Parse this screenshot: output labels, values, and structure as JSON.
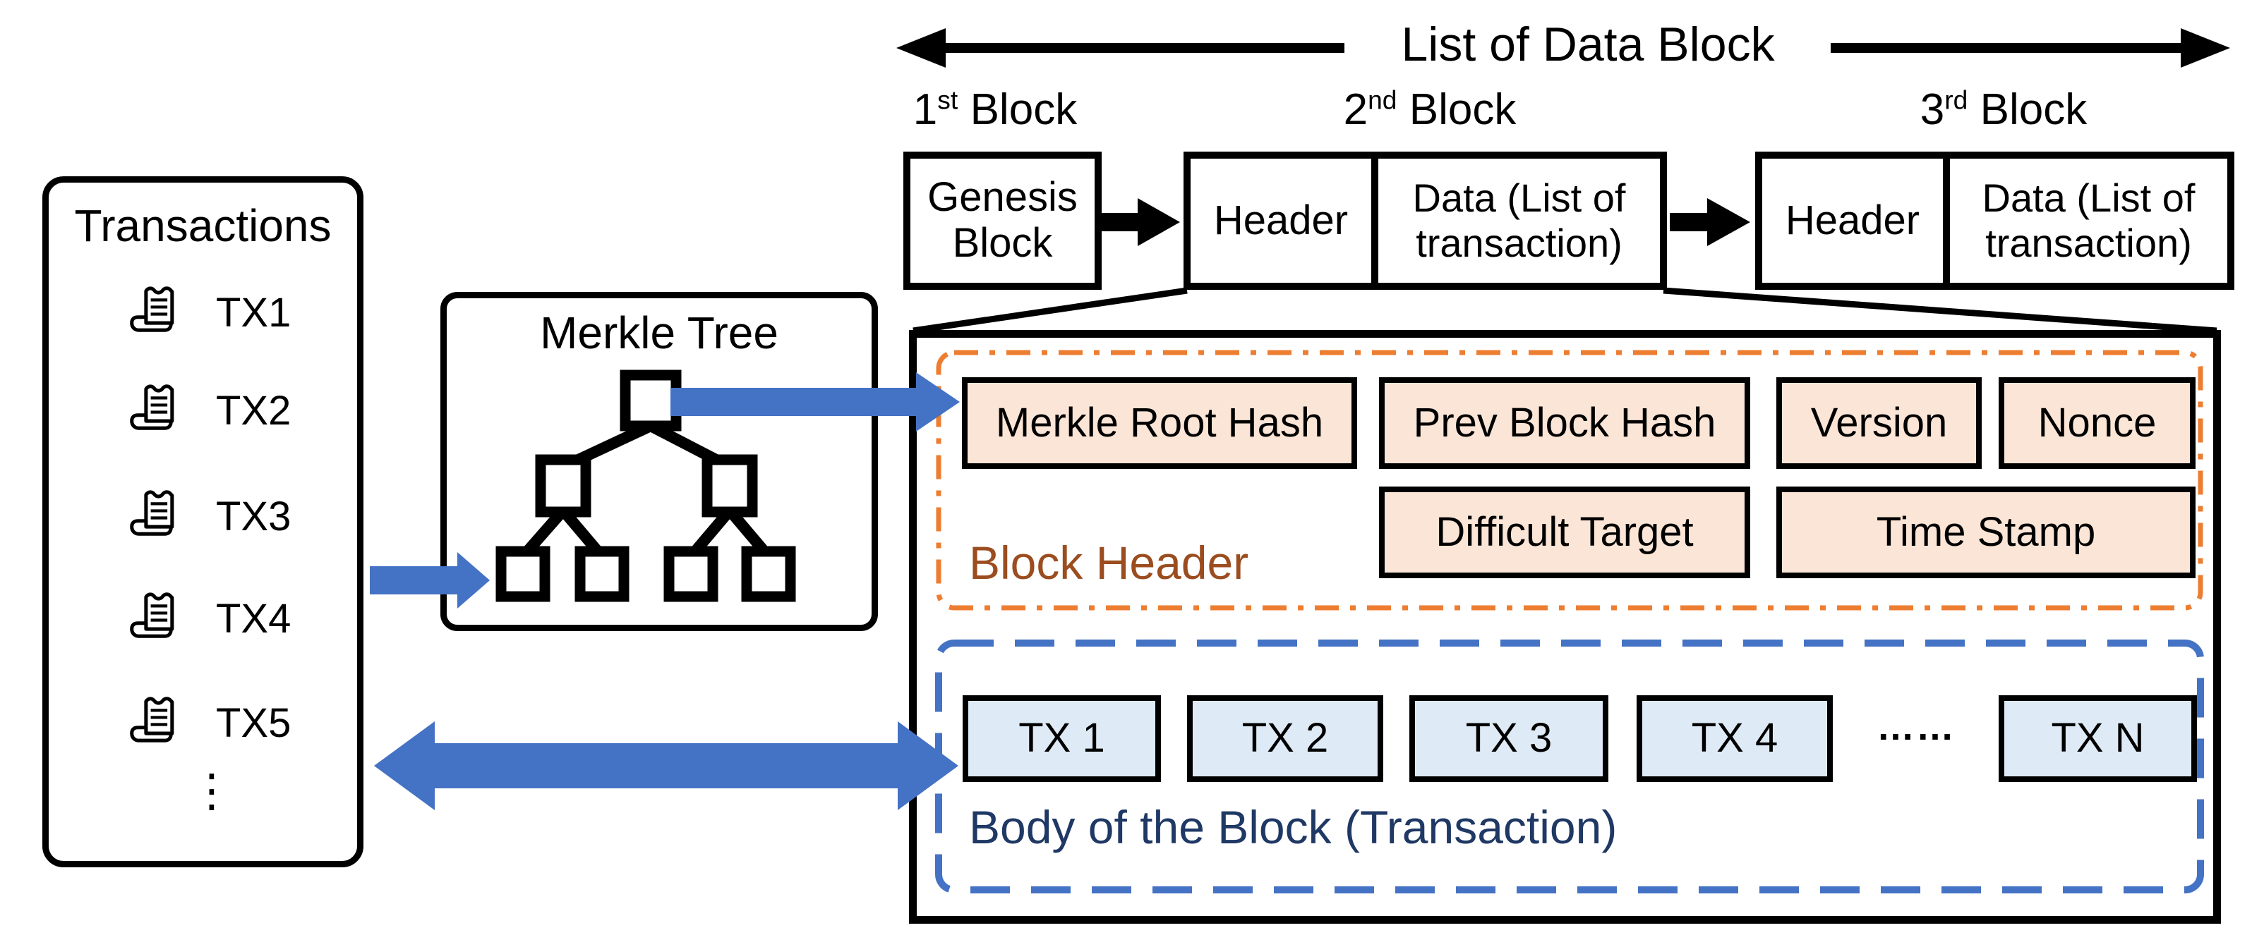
{
  "diagram_title": "Blockchain block structure diagram",
  "colors": {
    "header_field_fill": "#FBE5D6",
    "header_dashed_border": "#ED7D31",
    "body_field_fill": "#DEEBF7",
    "body_dashed_border": "#4472C4",
    "arrow_blue": "#4472C4",
    "header_label_text": "#9B4D1F",
    "body_label_text": "#1F3864",
    "line_black": "#000000"
  },
  "list_of_data_block": {
    "label": "List of Data Block"
  },
  "block_labels": [
    {
      "num": "1",
      "suffix": "st",
      "word": "Block"
    },
    {
      "num": "2",
      "suffix": "nd",
      "word": "Block"
    },
    {
      "num": "3",
      "suffix": "rd",
      "word": "Block"
    }
  ],
  "chain": {
    "genesis": "Genesis Block",
    "header_label": "Header",
    "data_label": "Data (List of transaction)"
  },
  "transactions_panel": {
    "title": "Transactions",
    "items": [
      "TX1",
      "TX2",
      "TX3",
      "TX4",
      "TX5"
    ],
    "ellipsis": "⋮"
  },
  "merkle_panel": {
    "title": "Merkle Tree"
  },
  "block_detail": {
    "header_section": {
      "label": "Block Header",
      "fields_row1": [
        "Merkle Root Hash",
        "Prev Block Hash",
        "Version",
        "Nonce"
      ],
      "fields_row2": [
        "Difficult Target",
        "Time Stamp"
      ]
    },
    "body_section": {
      "label": "Body of the Block (Transaction)",
      "transactions": [
        "TX 1",
        "TX 2",
        "TX 3",
        "TX 4"
      ],
      "ellipsis_dots": "……",
      "last_transaction": "TX N"
    }
  }
}
